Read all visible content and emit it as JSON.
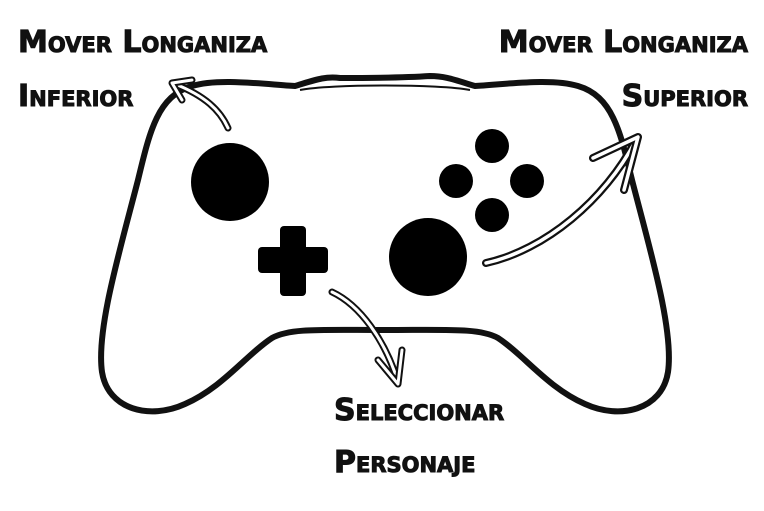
{
  "labels": {
    "left_stick": {
      "line1": "Mover Longaniza",
      "line2": "Inferior"
    },
    "right_stick": {
      "line1": "Mover Longaniza",
      "line2": "Superior"
    },
    "dpad": {
      "line1": "Seleccionar",
      "line2": "Personaje"
    }
  },
  "colors": {
    "outline": "#111111",
    "fill": "#ffffff",
    "buttons": "#000000"
  },
  "icons": {
    "controller": "gamepad-icon",
    "dpad": "dpad-icon"
  }
}
